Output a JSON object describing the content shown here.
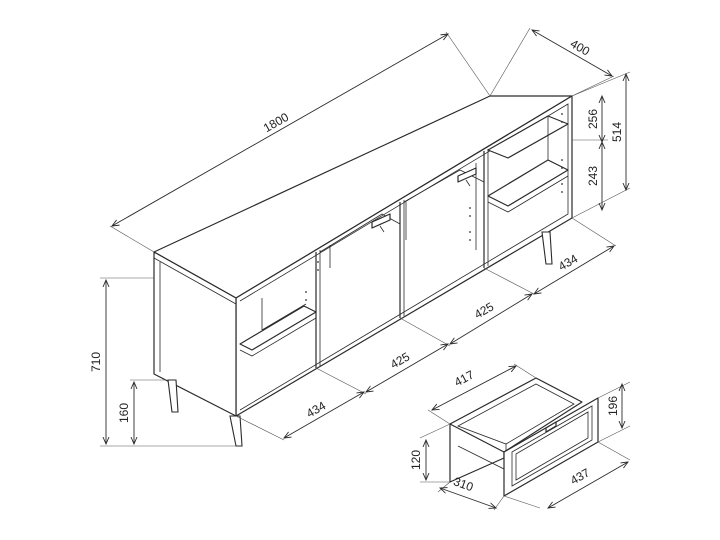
{
  "dimensions": {
    "total_width": "1800",
    "depth": "400",
    "upper_shelf_height": "256",
    "lower_shelf_height": "243",
    "body_height": "514",
    "total_height": "710",
    "leg_height": "160",
    "left_bay_width": "434",
    "center_bay_width_a": "425",
    "center_bay_width_b": "425",
    "right_bay_width": "434",
    "drawer_width": "417",
    "drawer_front_height": "196",
    "drawer_box_height": "120",
    "drawer_depth": "310",
    "drawer_front_width": "437"
  }
}
